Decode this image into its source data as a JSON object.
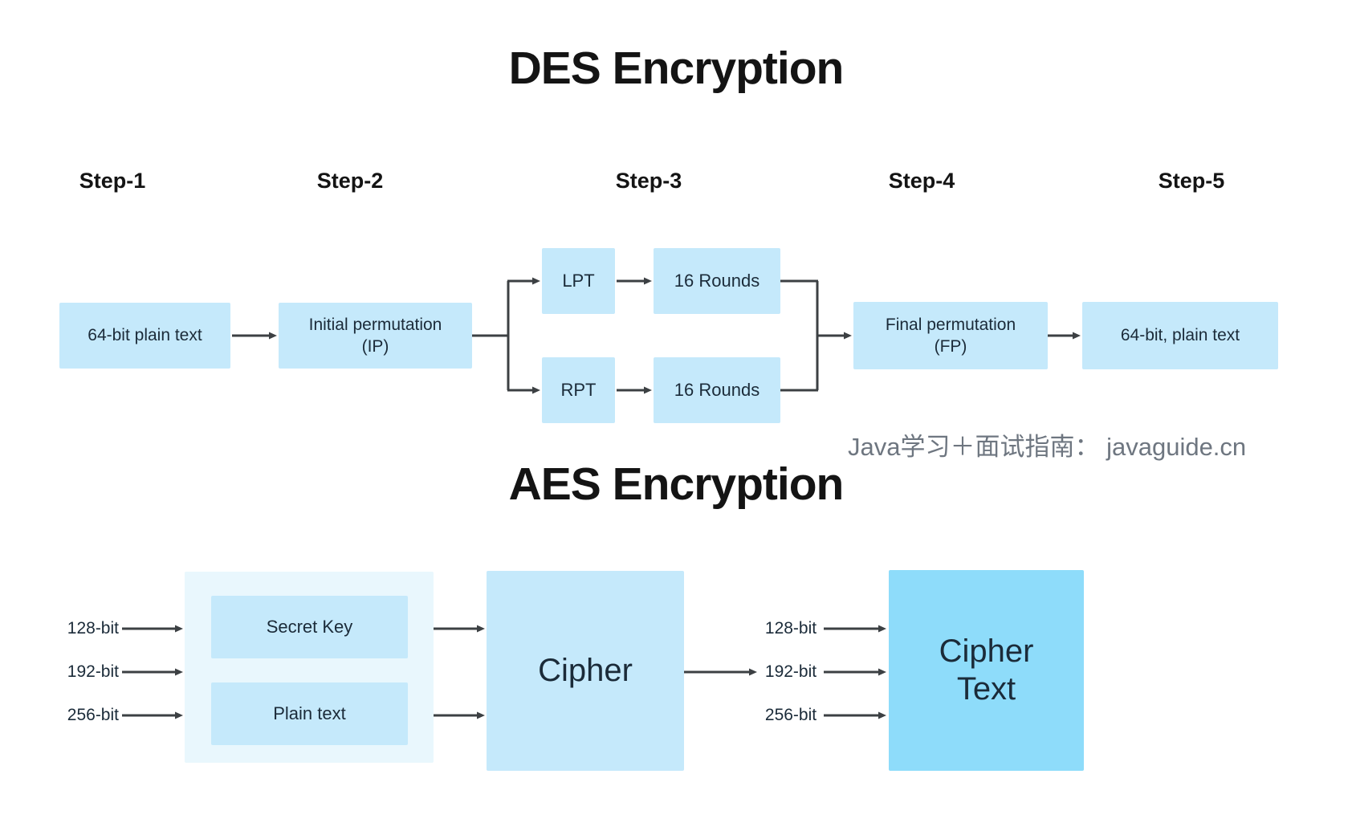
{
  "colors": {
    "box_fill": "#c5e9fb",
    "container_fill": "#e9f7fd",
    "cipher_text_fill": "#8edcfa",
    "box_text": "#1b2b39",
    "title_text": "#141414",
    "arrow": "#3c4043",
    "watermark_text": "#6e7680"
  },
  "des": {
    "title": "DES Encryption",
    "steps": [
      "Step-1",
      "Step-2",
      "Step-3",
      "Step-4",
      "Step-5"
    ],
    "nodes": {
      "input": "64-bit plain text",
      "ip": [
        "Initial permutation",
        "(IP)"
      ],
      "lpt": "LPT",
      "rpt": "RPT",
      "rounds_top": "16 Rounds",
      "rounds_bottom": "16 Rounds",
      "fp": [
        "Final permutation",
        "(FP)"
      ],
      "output": "64-bit, plain text"
    }
  },
  "watermark": "Java学习＋面试指南： javaguide.cn",
  "aes": {
    "title": "AES Encryption",
    "left_key_sizes": [
      "128-bit",
      "192-bit",
      "256-bit"
    ],
    "right_key_sizes": [
      "128-bit",
      "192-bit",
      "256-bit"
    ],
    "nodes": {
      "secret_key": "Secret Key",
      "plain_text": "Plain text",
      "cipher": "Cipher",
      "cipher_text": [
        "Cipher",
        "Text"
      ]
    }
  }
}
